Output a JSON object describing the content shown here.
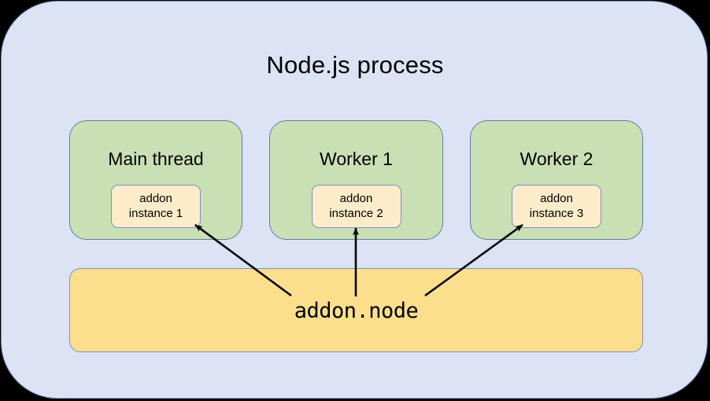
{
  "diagram": {
    "title": "Node.js process",
    "outer_fill": "#dce3f4",
    "outer_stroke": "#7b8fc4",
    "thread_fill": "#c9e0b4",
    "addon_fill": "#fcecc9",
    "library_fill": "#fbdf8d",
    "arrow_color": "#000000",
    "threads": [
      {
        "name": "Main thread",
        "addon_line1": "addon",
        "addon_line2": "instance 1"
      },
      {
        "name": "Worker 1",
        "addon_line1": "addon",
        "addon_line2": "instance 2"
      },
      {
        "name": "Worker 2",
        "addon_line1": "addon",
        "addon_line2": "instance 3"
      }
    ],
    "library": {
      "label": "addon.node"
    }
  }
}
